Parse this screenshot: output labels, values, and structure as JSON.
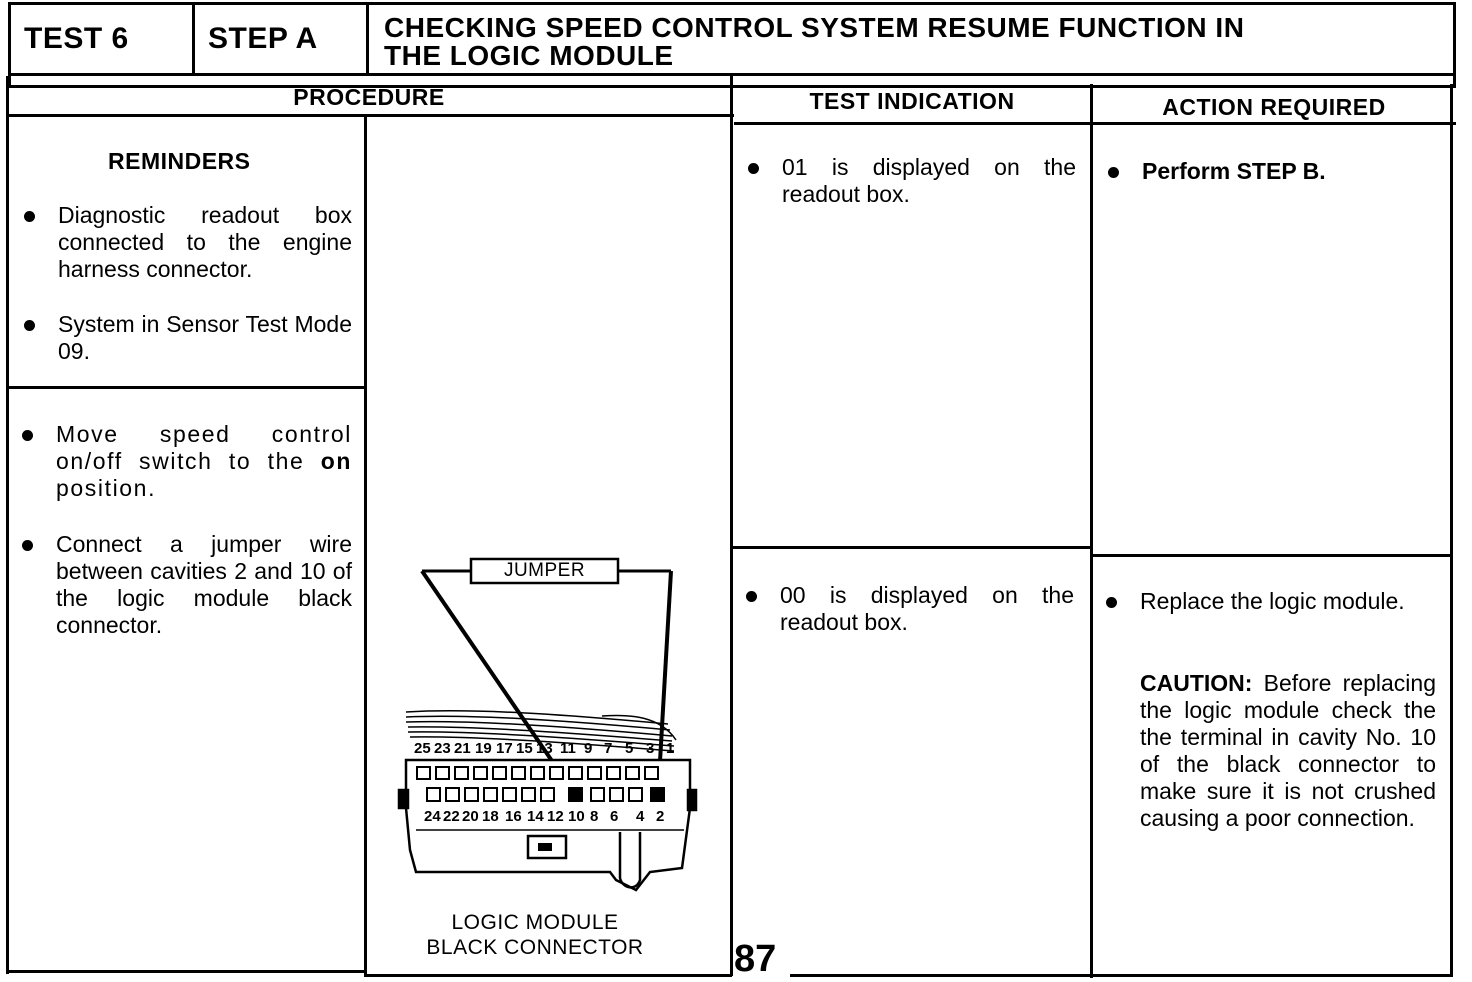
{
  "header": {
    "test_label": "TEST 6",
    "step_label": "STEP A",
    "title_line1": "CHECKING SPEED CONTROL SYSTEM RESUME FUNCTION IN",
    "title_line2": "THE LOGIC MODULE"
  },
  "columns": {
    "procedure": "PROCEDURE",
    "test_indication": "TEST INDICATION",
    "action_required": "ACTION REQUIRED"
  },
  "reminders": {
    "title": "REMINDERS",
    "items": [
      "Diagnostic readout box connected to the engine harness connector.",
      "System in Sensor Test Mode 09."
    ]
  },
  "procedure_steps": {
    "step1_pre": "Move speed control on/off switch to the ",
    "step1_bold": "on",
    "step1_post": " position.",
    "step2": "Connect a jumper wire between cavities 2 and 10 of the logic module black connector."
  },
  "diagram": {
    "jumper_label": "JUMPER",
    "top_pin_numbers": [
      "25",
      "23",
      "21",
      "19",
      "17",
      "15",
      "13",
      "11",
      "9",
      "7",
      "5",
      "3",
      "1"
    ],
    "bottom_pin_numbers": [
      "24",
      "22",
      "20",
      "18",
      "16",
      "14",
      "12",
      "10",
      "8",
      "6",
      "4",
      "2"
    ],
    "caption_line1": "LOGIC MODULE",
    "caption_line2": "BLACK CONNECTOR"
  },
  "results": [
    {
      "indication": "01 is displayed on the readout box.",
      "action_bold": "Perform STEP B."
    },
    {
      "indication": "00 is displayed on the readout box.",
      "action": "Replace the logic module.",
      "caution_label": "CAUTION:",
      "caution_text": "Before replacing the logic module check the the terminal in cavity No. 10 of the black connector to make sure it is not crushed causing a poor connection."
    }
  ],
  "page_number": "87"
}
